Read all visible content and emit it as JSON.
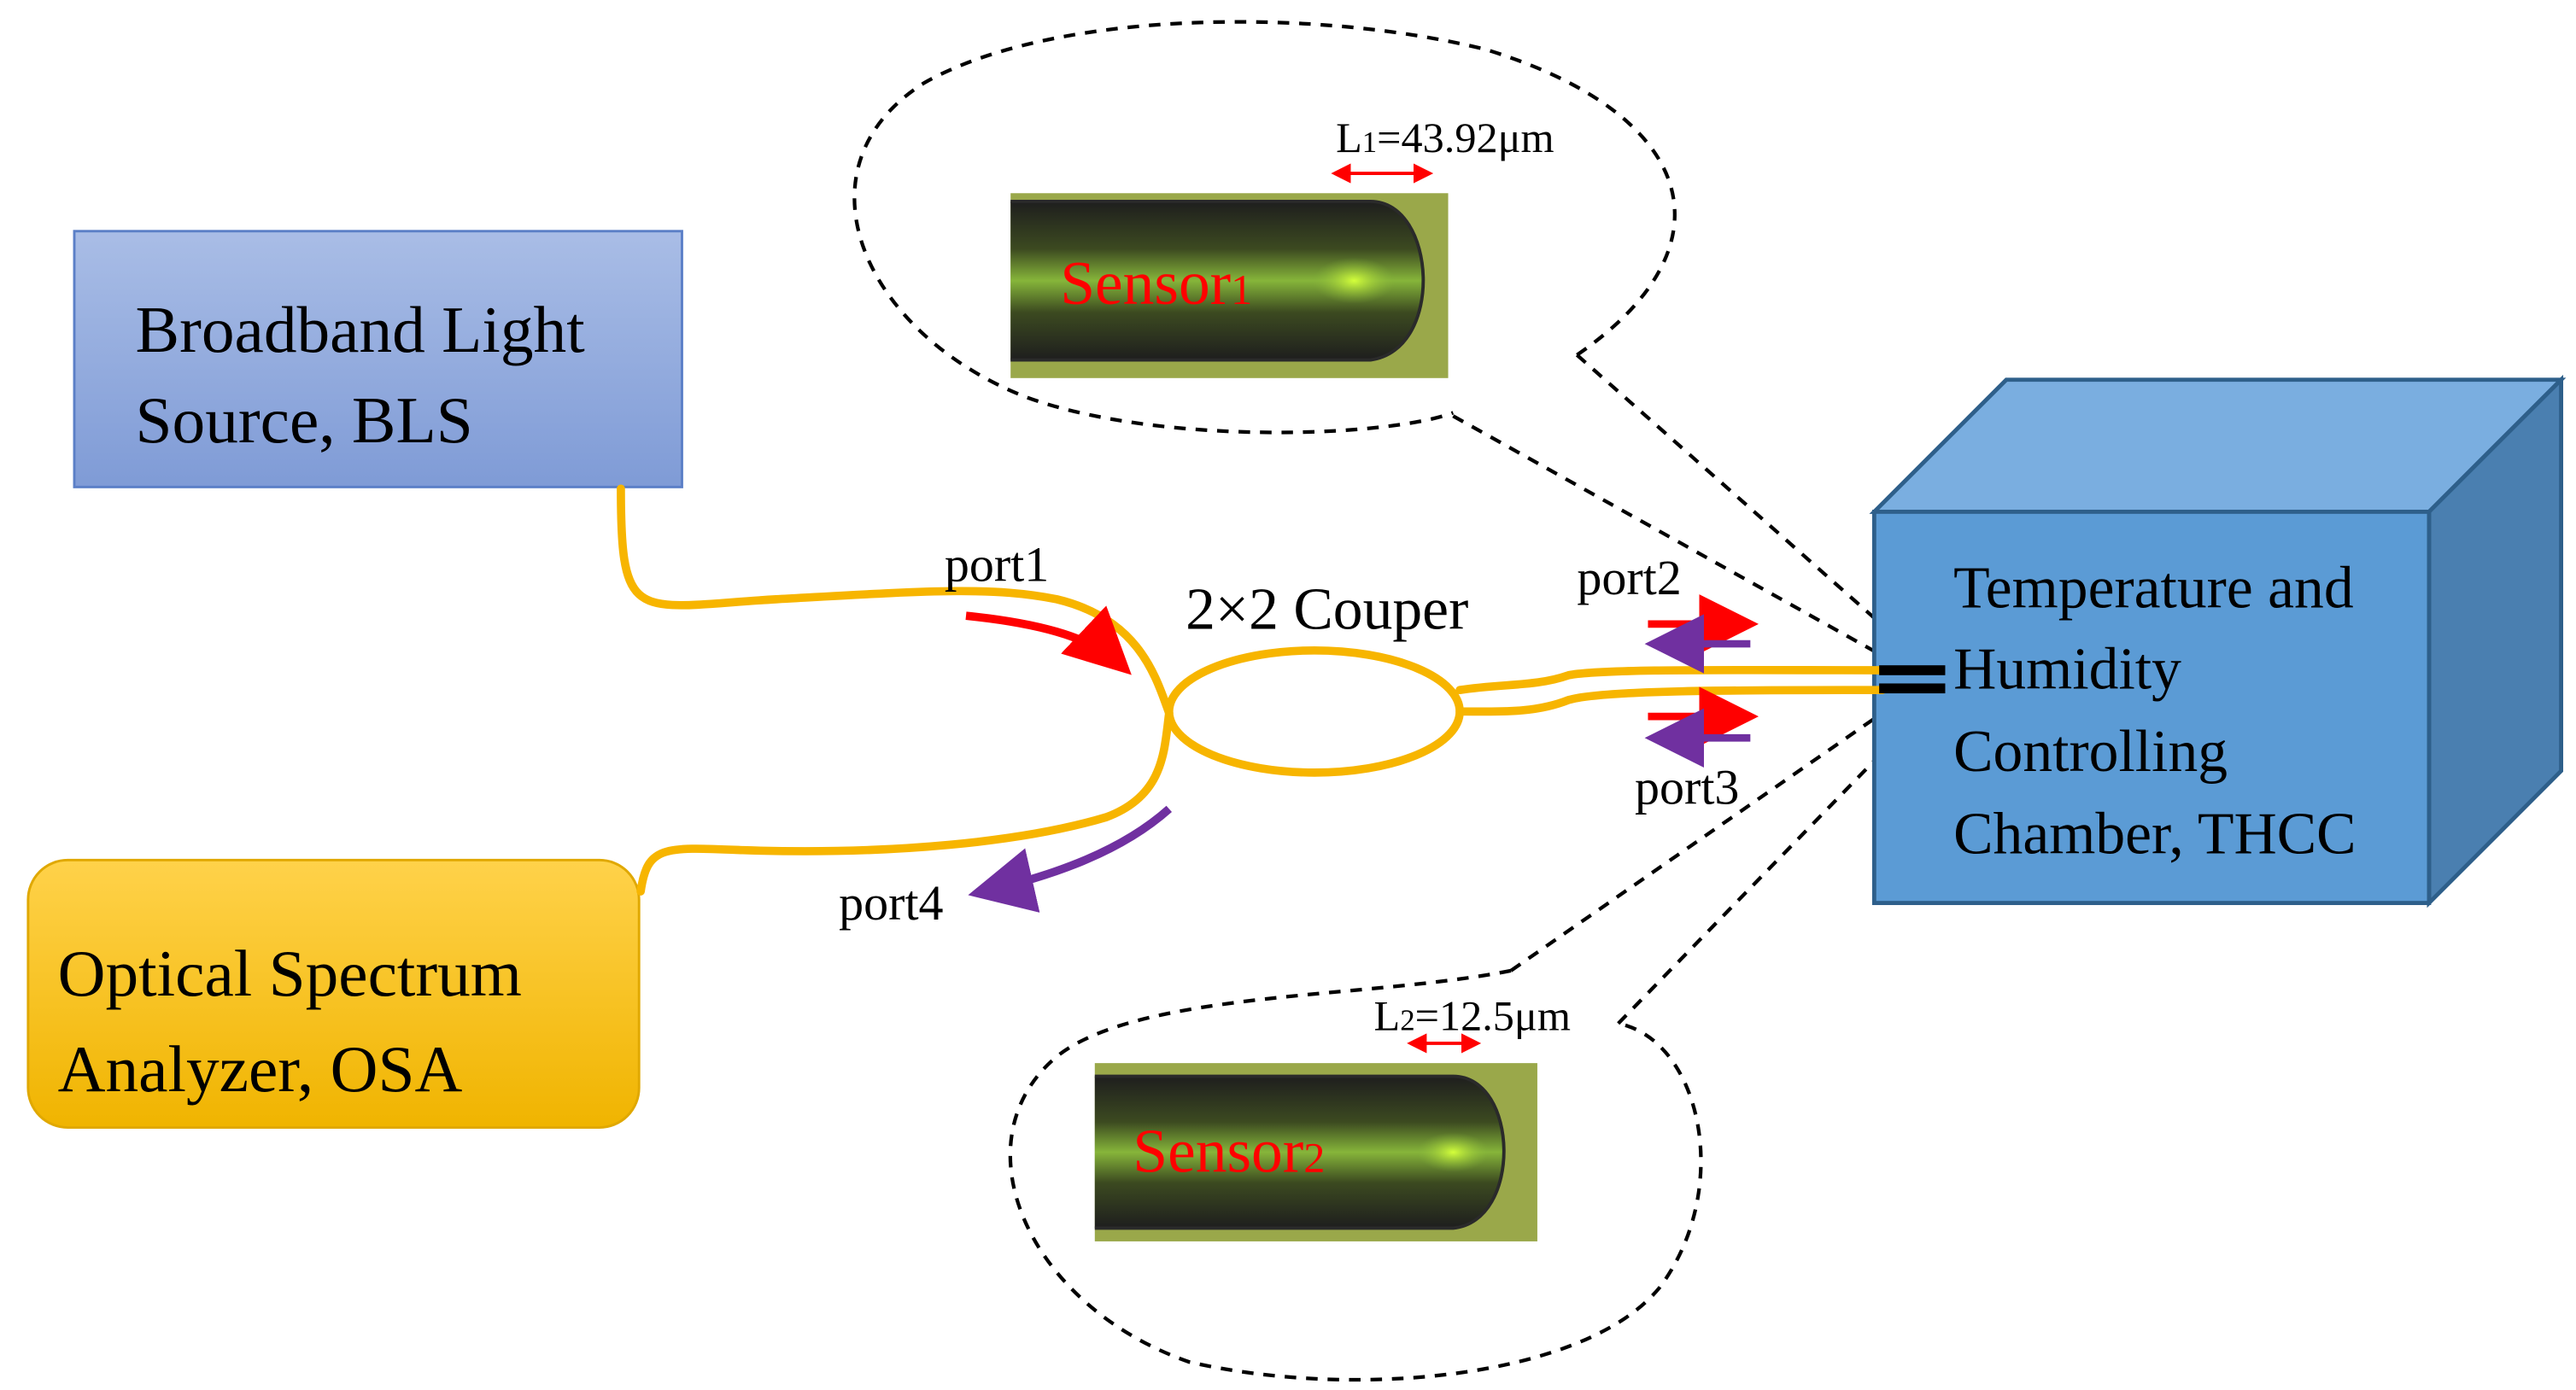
{
  "colors": {
    "fiber": "#f7b500",
    "bls_fill_top": "#a9bde6",
    "bls_fill_bottom": "#7f9bd6",
    "bls_stroke": "#5b7fc7",
    "osa_fill_top": "#ffd24a",
    "osa_fill_bottom": "#f0b400",
    "chamber_front": "#5b9bd5",
    "chamber_top": "#7aaee0",
    "chamber_side": "#4a7fb0",
    "chamber_stroke": "#2e5f8a",
    "arrow_forward": "#ff0000",
    "arrow_return": "#7030a0",
    "sensor_label": "#ff0000",
    "sensor_bg": "#9aa84a"
  },
  "icons": {
    "sensor1_image": "fiber-tip-micrograph",
    "sensor2_image": "fiber-tip-micrograph"
  },
  "bls": {
    "line1": "Broadband Light",
    "line2": "Source, BLS"
  },
  "osa": {
    "line1": "Optical Spectrum",
    "line2": "Analyzer, OSA"
  },
  "thcc": {
    "line1": "Temperature and",
    "line2": "Humidity",
    "line3": "Controlling",
    "line4": "Chamber, THCC"
  },
  "coupler": {
    "label": "2×2 Couper"
  },
  "ports": {
    "p1": "port1",
    "p2": "port2",
    "p3": "port3",
    "p4": "port4"
  },
  "sensor1": {
    "name": "Sensor",
    "sub": "1",
    "length_prefix": "L",
    "length_sub": "1",
    "length_value": "=43.92μm"
  },
  "sensor2": {
    "name": "Sensor",
    "sub": "2",
    "length_prefix": "L",
    "length_sub": "2",
    "length_value": "=12.5μm"
  }
}
